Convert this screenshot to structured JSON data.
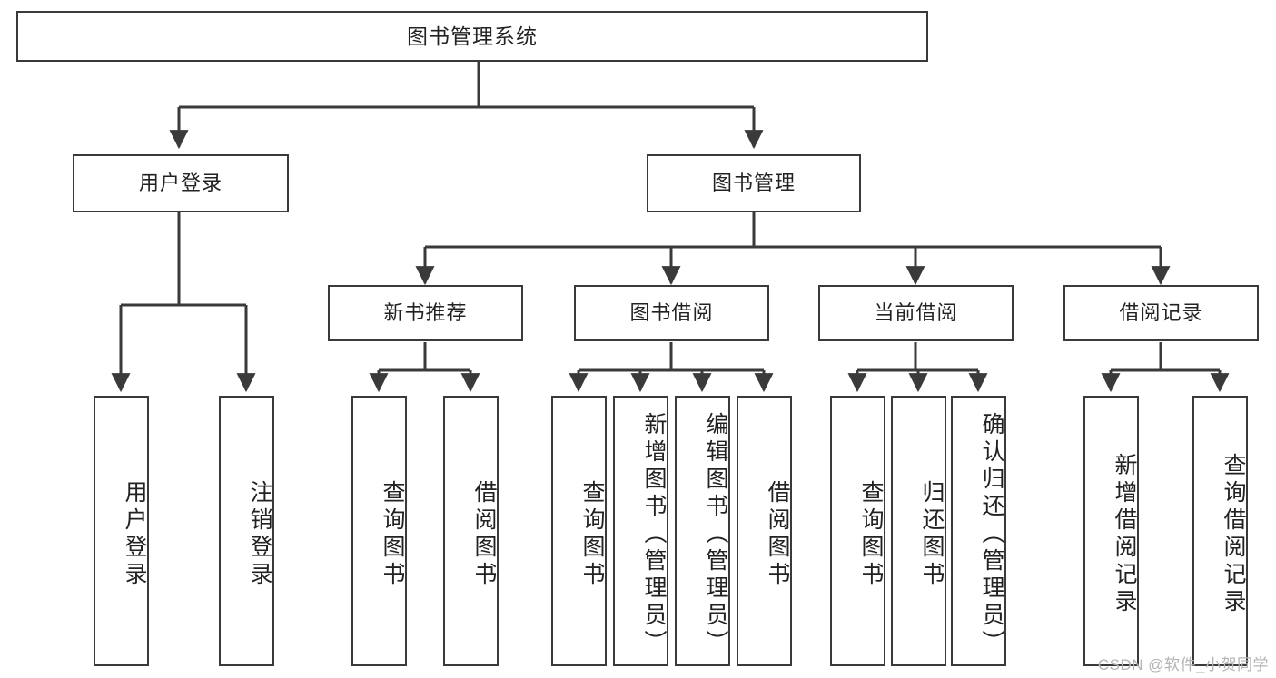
{
  "diagram": {
    "type": "tree",
    "title": "图书管理系统",
    "watermark": "CSDN @软件_小贺同学",
    "root": {
      "id": "root",
      "label": "图书管理系统"
    },
    "level1": [
      {
        "id": "user-login",
        "label": "用户登录"
      },
      {
        "id": "book-manage",
        "label": "图书管理"
      }
    ],
    "level2": [
      {
        "id": "new-book-recommend",
        "label": "新书推荐",
        "parent": "book-manage"
      },
      {
        "id": "book-borrow",
        "label": "图书借阅",
        "parent": "book-manage"
      },
      {
        "id": "current-borrow",
        "label": "当前借阅",
        "parent": "book-manage"
      },
      {
        "id": "borrow-record",
        "label": "借阅记录",
        "parent": "book-manage"
      }
    ],
    "leaves": [
      {
        "id": "leaf-user-login",
        "label": "用户登录",
        "parent": "user-login"
      },
      {
        "id": "leaf-logout-login",
        "label": "注销登录",
        "parent": "user-login"
      },
      {
        "id": "leaf-query-book-1",
        "label": "查询图书",
        "parent": "new-book-recommend"
      },
      {
        "id": "leaf-borrow-book-1",
        "label": "借阅图书",
        "parent": "new-book-recommend"
      },
      {
        "id": "leaf-query-book-2",
        "label": "查询图书",
        "parent": "book-borrow"
      },
      {
        "id": "leaf-add-book",
        "label": "新增图书（管理员）",
        "parent": "book-borrow"
      },
      {
        "id": "leaf-edit-book",
        "label": "编辑图书（管理员）",
        "parent": "book-borrow"
      },
      {
        "id": "leaf-borrow-book-2",
        "label": "借阅图书",
        "parent": "book-borrow"
      },
      {
        "id": "leaf-query-book-3",
        "label": "查询图书",
        "parent": "current-borrow"
      },
      {
        "id": "leaf-return-book",
        "label": "归还图书",
        "parent": "current-borrow"
      },
      {
        "id": "leaf-confirm-return",
        "label": "确认归还（管理员）",
        "parent": "current-borrow"
      },
      {
        "id": "leaf-add-record",
        "label": "新增借阅记录",
        "parent": "borrow-record"
      },
      {
        "id": "leaf-query-record",
        "label": "查询借阅记录",
        "parent": "borrow-record"
      }
    ],
    "colors": {
      "stroke": "#3a3a3a",
      "background": "#ffffff",
      "text": "#222222",
      "watermark": "#b4b4b4"
    }
  }
}
